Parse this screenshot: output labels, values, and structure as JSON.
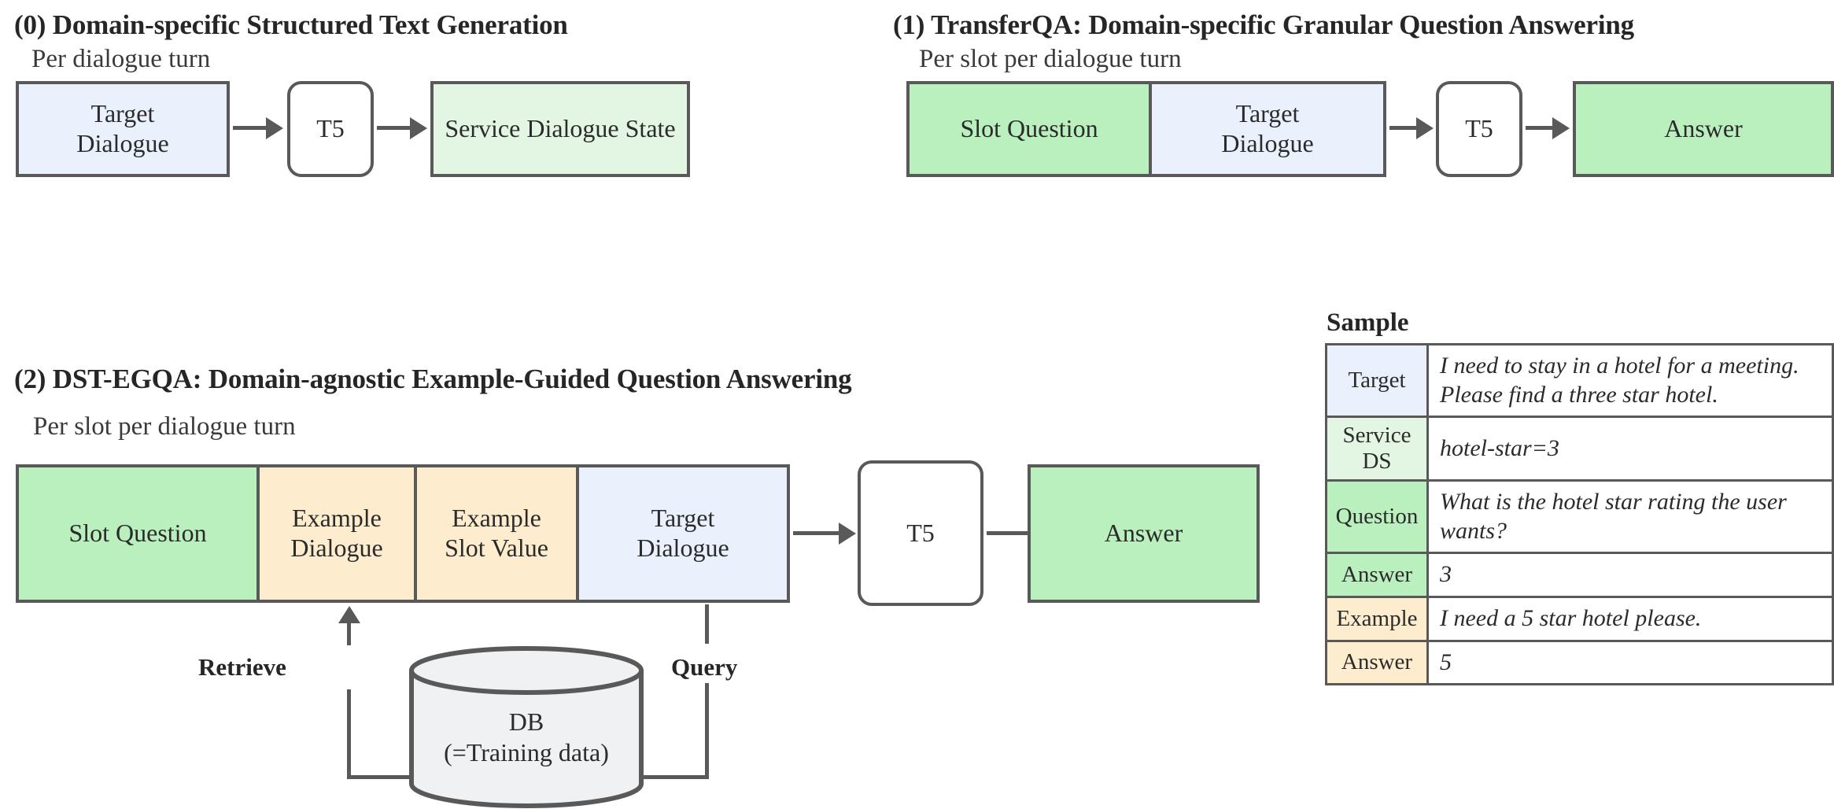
{
  "sections": [
    {
      "id": "sec0",
      "title": "(0) Domain-specific Structured Text Generation",
      "caption": "Per dialogue turn",
      "boxes": [
        {
          "label": "Target\nDialogue",
          "color": "blue"
        },
        {
          "label": "T5",
          "color": "white"
        },
        {
          "label": "Service Dialogue State",
          "color": "green-light"
        }
      ]
    },
    {
      "id": "sec1",
      "title": "(1) TransferQA: Domain-specific Granular Question Answering",
      "caption": "Per slot per dialogue turn",
      "boxes": [
        {
          "label": "Slot Question",
          "color": "green"
        },
        {
          "label": "Target\nDialogue",
          "color": "blue"
        },
        {
          "label": "T5",
          "color": "white"
        },
        {
          "label": "Answer",
          "color": "green"
        }
      ]
    },
    {
      "id": "sec2",
      "title": "(2) DST-EGQA: Domain-agnostic Example-Guided Question Answering",
      "caption": "Per slot per dialogue turn",
      "boxes": [
        {
          "label": "Slot Question",
          "color": "green"
        },
        {
          "label": "Example\nDialogue",
          "color": "orange"
        },
        {
          "label": "Example\nSlot Value",
          "color": "orange"
        },
        {
          "label": "Target\nDialogue",
          "color": "blue"
        },
        {
          "label": "T5",
          "color": "white"
        },
        {
          "label": "Answer",
          "color": "green"
        }
      ],
      "edge_labels": {
        "retrieve": "Retrieve",
        "query": "Query"
      },
      "db": {
        "line1": "DB",
        "line2": "(=Training data)"
      }
    }
  ],
  "sample": {
    "title": "Sample",
    "rows": [
      {
        "key": "Target",
        "key_color": "blue",
        "value": "I need to stay in a hotel for a meeting. Please find a three star hotel."
      },
      {
        "key": "Service\nDS",
        "key_color": "green-light",
        "value": "hotel-star=3"
      },
      {
        "key": "Question",
        "key_color": "green",
        "value": "What is the hotel star rating the user wants?"
      },
      {
        "key": "Answer",
        "key_color": "green",
        "value": "3"
      },
      {
        "key": "Example",
        "key_color": "orange",
        "value": "I need a 5 star hotel please."
      },
      {
        "key": "Answer",
        "key_color": "orange",
        "value": "5"
      }
    ]
  },
  "palette": {
    "blue": "#eaf1fc",
    "green_light": "#e2f6e3",
    "green": "#b9f0bd",
    "orange": "#fdeccd",
    "stroke": "#595959",
    "text": "#2b2b2b",
    "db_fill": "#f0f1f2",
    "background": "#ffffff"
  }
}
